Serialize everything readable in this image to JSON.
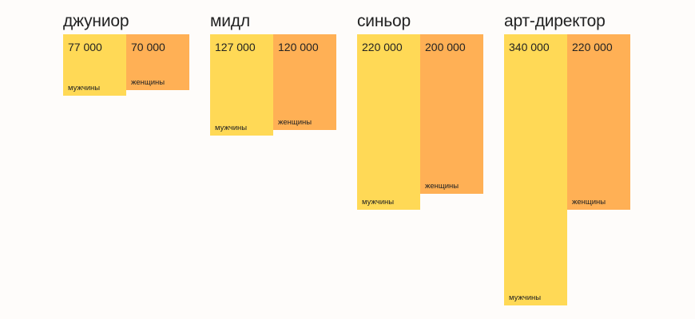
{
  "chart_data": {
    "type": "bar",
    "categories": [
      "джуниор",
      "мидл",
      "синьор",
      "арт-директор"
    ],
    "series": [
      {
        "name": "мужчины",
        "color": "#ffd956",
        "values": [
          77000,
          127000,
          220000,
          340000
        ],
        "value_labels": [
          "77 000",
          "127 000",
          "220 000",
          "340 000"
        ]
      },
      {
        "name": "женщины",
        "color": "#ffb055",
        "values": [
          70000,
          120000,
          200000,
          220000
        ],
        "value_labels": [
          "70 000",
          "120 000",
          "200 000",
          "220 000"
        ]
      }
    ],
    "title": "",
    "xlabel": "",
    "ylabel": "",
    "ylim": [
      0,
      340000
    ],
    "grid": false,
    "legend": "none"
  }
}
